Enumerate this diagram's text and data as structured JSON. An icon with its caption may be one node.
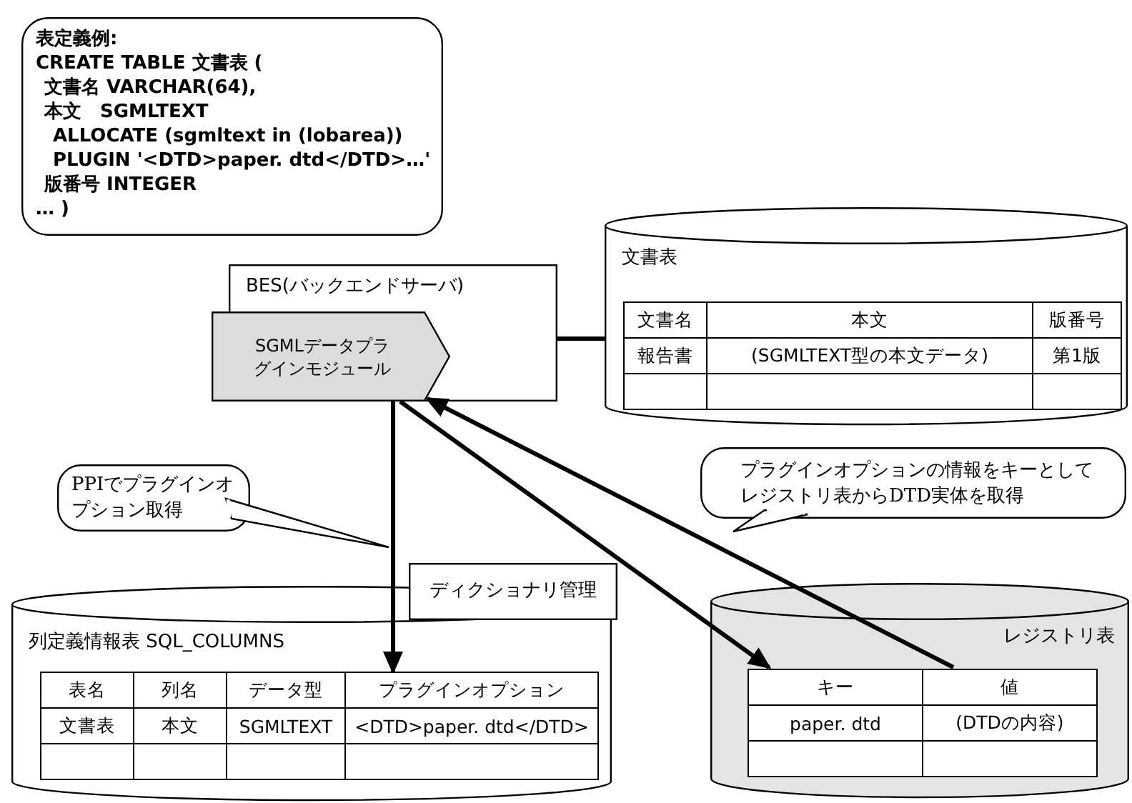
{
  "diagram": {
    "nodes": [
      {
        "text": [
          "表定義例:",
          "CREATE TABLE 文書表 (",
          "文書名 VARCHAR(64),",
          "本文　SGMLTEXT",
          "ALLOCATE (sgmltext in (lobarea))",
          "PLUGIN '<DTD>paper. dtd</DTD>…'",
          "版番号 INTEGER",
          "… )"
        ]
      },
      {
        "text": [
          "BES(バックエンドサーバ)"
        ]
      },
      {
        "text": [
          "SGMLデータプラグインモジュール"
        ]
      },
      {
        "text": [
          "文書表"
        ]
      },
      {
        "text": [
          "PPIでプラグインオプション取得"
        ]
      },
      {
        "text": [
          "プラグインオプションの情報をキーとしてレジストリ表からDTD実体を取得"
        ]
      },
      {
        "text": [
          "ディクショナリ管理"
        ]
      },
      {
        "text": [
          "列定義情報表 SQL_COLUMNS"
        ]
      },
      {
        "text": [
          "レジストリ表"
        ]
      }
    ],
    "edges": [
      {
        "from": 1,
        "to": 3,
        "arrow": "none"
      },
      {
        "from": 2,
        "to": 7,
        "arrow": "to"
      },
      {
        "from": 2,
        "to": 8,
        "arrow": "to"
      },
      {
        "from": 8,
        "to": 2,
        "arrow": "to"
      }
    ],
    "labels": [
      "文書名",
      "本文",
      "版番号",
      "報告書",
      "(SGMLTEXT型の本文データ)",
      "第1版",
      "表名",
      "列名",
      "データ型",
      "プラグインオプション",
      "文書表",
      "本文",
      "SGMLTEXT",
      "<DTD>paper. dtd</DTD>",
      "キー",
      "値",
      "paper. dtd",
      "(DTDの内容)"
    ]
  }
}
